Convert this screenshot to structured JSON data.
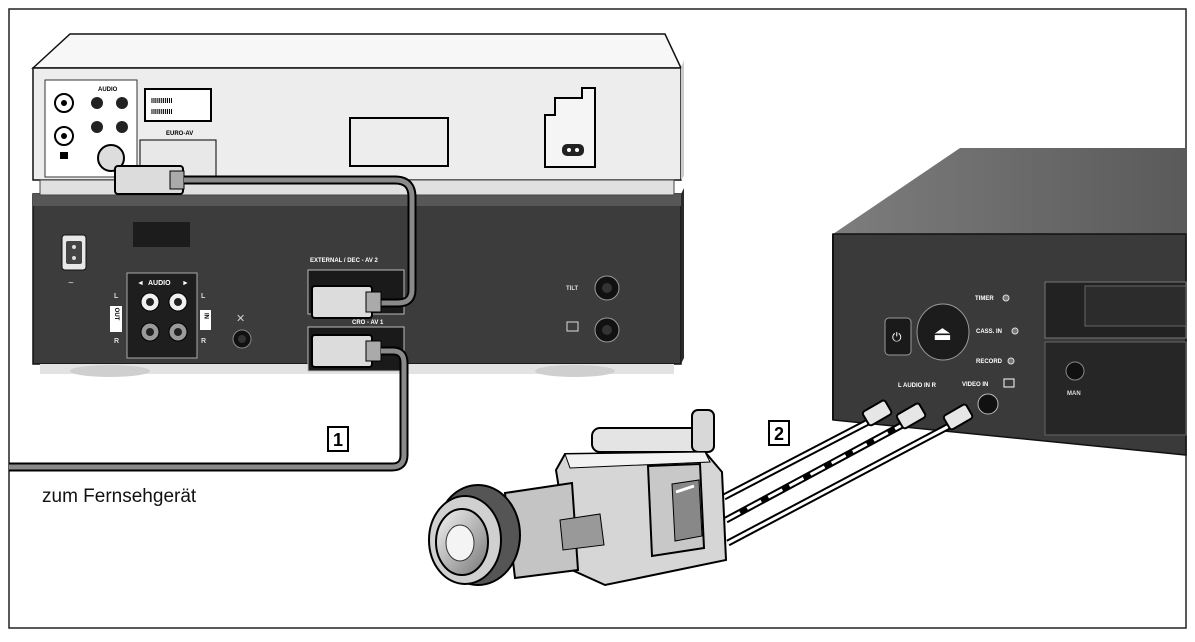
{
  "top_device": {
    "audio_label": "AUDIO",
    "euro_label": "EURO-AV"
  },
  "vcr_rear": {
    "audio_label": "AUDIO",
    "out_label": "OUT",
    "in_label": "IN",
    "left_label": "L",
    "right_label": "R",
    "scart_upper_label": "EXTERNAL / DEC - AV 2",
    "scart_lower_label": "CRO - AV 1",
    "tilt_label": "TILT"
  },
  "vcr_front": {
    "timer_label": "TIMER",
    "cass_in_label": "CASS. IN",
    "record_label": "RECORD",
    "audio_in_label": "L  AUDIO IN  R",
    "video_in_label": "VIDEO IN",
    "man_label": "MAN"
  },
  "callouts": {
    "one": "1",
    "two": "2"
  },
  "tv_caption": "zum Fernsehgerät",
  "colors": {
    "line": "#1a1a1a",
    "device_light": "#ededed",
    "device_dark": "#3c3c3c",
    "cable": "#7a7a7a"
  }
}
